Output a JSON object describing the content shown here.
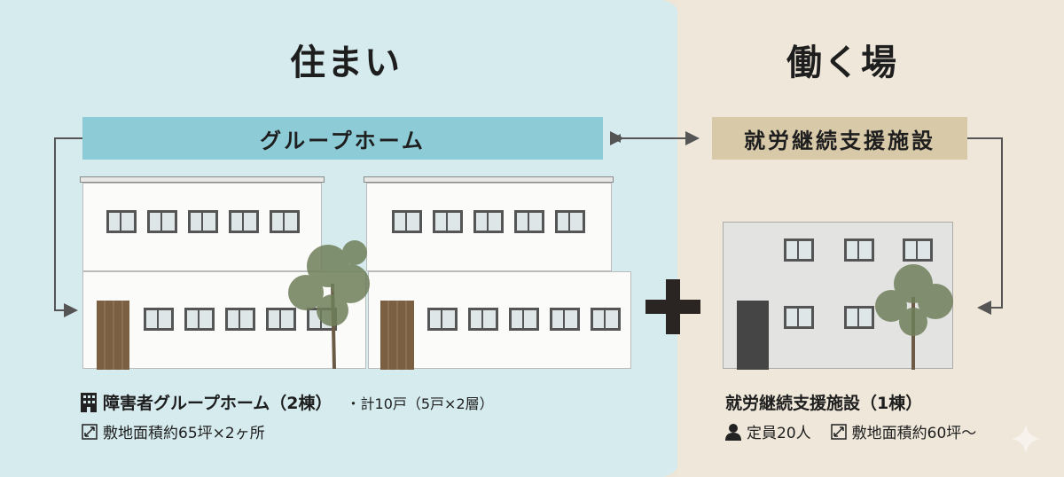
{
  "left": {
    "title": "住まい",
    "banner": "グループホーム",
    "line1": "障害者グループホーム（2棟）",
    "line1_note": "・計10戸（5戸×2層）",
    "line2": "敷地面積約65坪×2ヶ所"
  },
  "right": {
    "title": "働く場",
    "banner": "就労継続支援施設",
    "line1": "就労継続支援施設（1棟）",
    "capacity": "定員20人",
    "area": "敷地面積約60坪～"
  },
  "icons": [
    "building-icon",
    "area-icon",
    "person-icon",
    "plus-icon",
    "tree-icon"
  ],
  "colors": {
    "left_bg": "#d5ebee",
    "right_bg": "#eee7da",
    "left_banner": "#8dcbd6",
    "right_banner": "#d8c9a9"
  }
}
